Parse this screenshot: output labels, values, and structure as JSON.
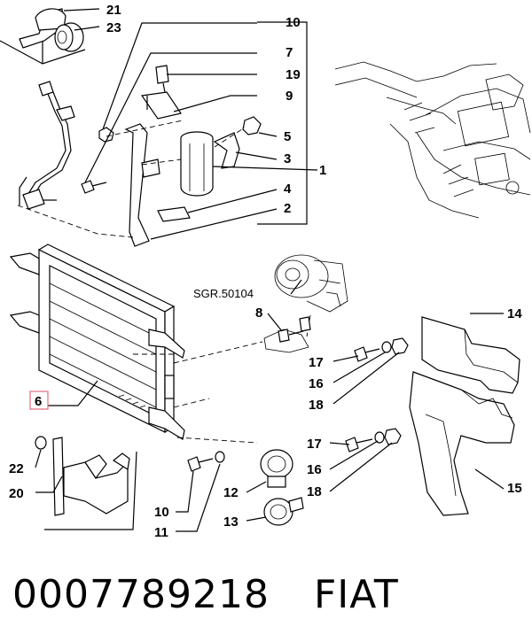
{
  "callouts": {
    "c21": "21",
    "c23": "23",
    "c10a": "10",
    "c7": "7",
    "c19": "19",
    "c9": "9",
    "c5": "5",
    "c3": "3",
    "c1": "1",
    "c4": "4",
    "c2": "2",
    "c8": "8",
    "c14": "14",
    "c17a": "17",
    "c16a": "16",
    "c18a": "18",
    "c6": "6",
    "c17b": "17",
    "c16b": "16",
    "c18b": "18",
    "c22": "22",
    "c20": "20",
    "c12": "12",
    "c13": "13",
    "c10b": "10",
    "c11": "11",
    "c15": "15"
  },
  "compressor_ref": "SGR.50104",
  "footer": {
    "part_number": "0007789218",
    "brand": "FIAT"
  }
}
